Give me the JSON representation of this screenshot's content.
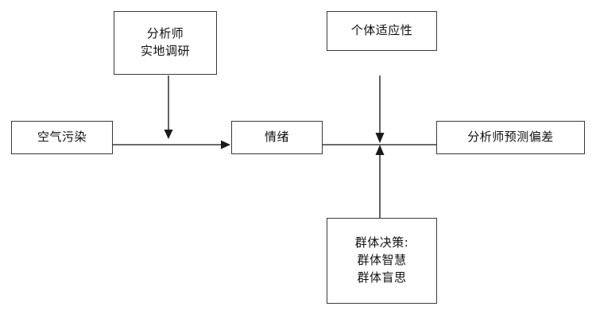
{
  "diagram": {
    "type": "flowchart",
    "background": "#ffffff",
    "line_color": "#3a3a3a",
    "text_color": "#111111",
    "nodes": [
      {
        "id": "air_pollution",
        "label": "空气污染"
      },
      {
        "id": "analyst_field_research",
        "label": "分析师\n实地调研"
      },
      {
        "id": "emotion",
        "label": "情绪"
      },
      {
        "id": "individual_adaptability",
        "label": "个体适应性"
      },
      {
        "id": "analyst_forecast_bias",
        "label": "分析师预测偏差"
      },
      {
        "id": "group_decision",
        "label": "群体决策:\n群体智慧\n群体盲思"
      }
    ],
    "edges": [
      {
        "from": "air_pollution",
        "to": "emotion",
        "direction": "right"
      },
      {
        "from": "analyst_field_research",
        "to": "air_pollution_emotion_link",
        "direction": "down"
      },
      {
        "from": "emotion",
        "to": "analyst_forecast_bias",
        "direction": "right"
      },
      {
        "from": "individual_adaptability",
        "to": "emotion_bias_link",
        "direction": "down"
      },
      {
        "from": "group_decision",
        "to": "emotion_bias_link",
        "direction": "up"
      }
    ]
  }
}
